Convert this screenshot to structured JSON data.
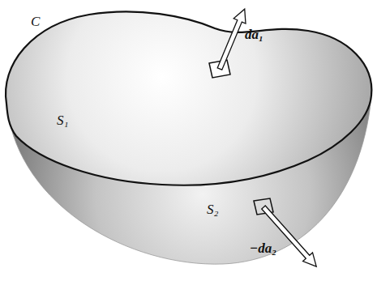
{
  "diagram": {
    "labels": [
      "C",
      "S₁",
      "da₁",
      "S₂",
      "−da₂"
    ]
  }
}
